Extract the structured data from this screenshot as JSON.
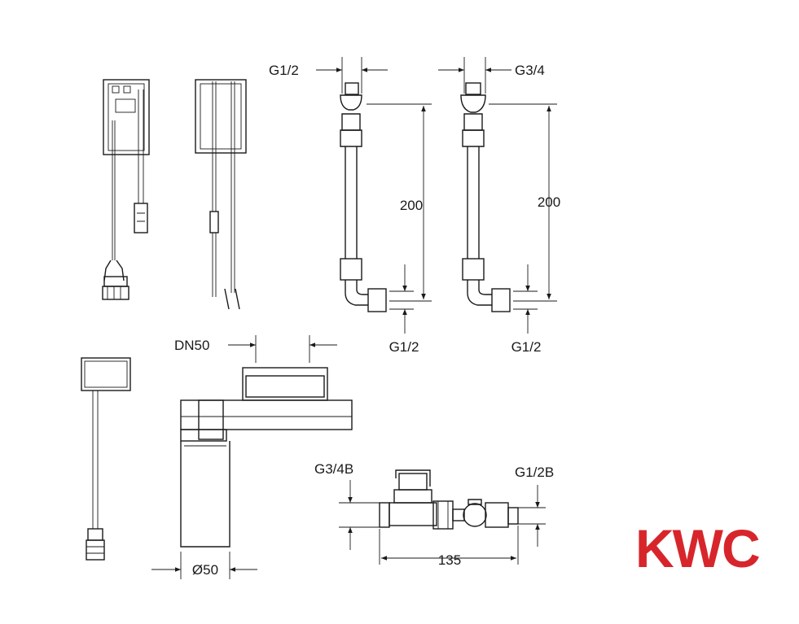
{
  "labels": {
    "hose_left_top": "G1/2",
    "hose_right_top": "G3/4",
    "hose_left_length": "200",
    "hose_right_length": "200",
    "hose_left_bottom": "G1/2",
    "hose_right_bottom": "G1/2",
    "siphon_outlet": "DN50",
    "siphon_diameter": "Ø50",
    "valve_inlet": "G3/4B",
    "valve_outlet": "G1/2B",
    "valve_length": "135"
  },
  "logo": {
    "text": "KWC"
  },
  "colors": {
    "brand": "#d7262b",
    "ink": "#1a1a1a"
  }
}
